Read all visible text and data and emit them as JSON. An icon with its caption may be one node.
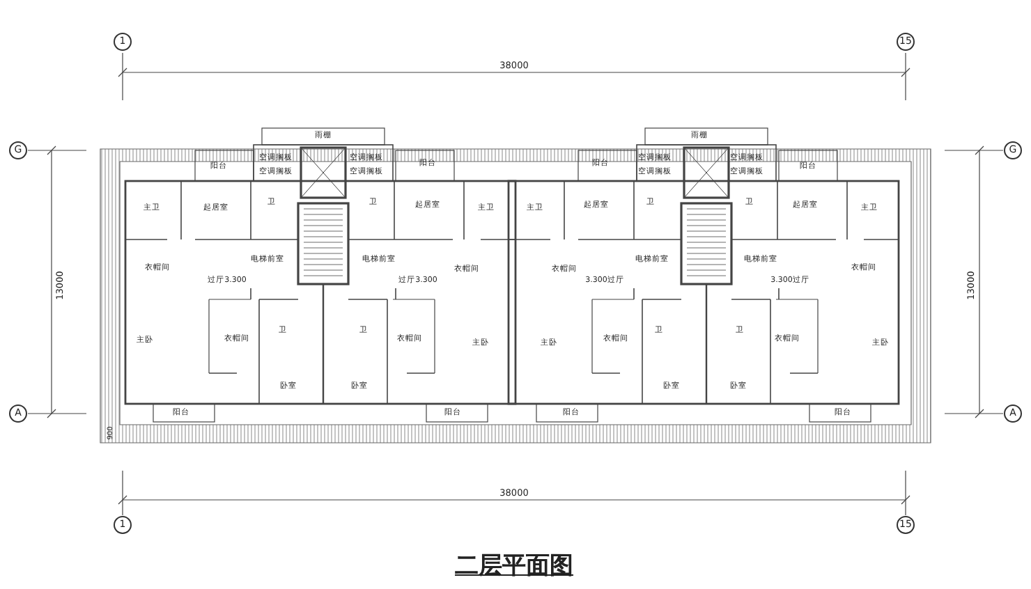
{
  "diagram": {
    "title": "二层平面图",
    "labels": [
      "1",
      "15",
      "38000",
      "雨棚",
      "雨棚",
      "空调搁板",
      "空调搁板",
      "空调搁板",
      "空调搁板",
      "空调搁板",
      "空调搁板",
      "空调搁板",
      "空调搁板",
      "G",
      "G",
      "阳台",
      "阳台",
      "阳台",
      "阳台",
      "主卫",
      "起居室",
      "卫",
      "卫",
      "起居室",
      "主卫",
      "主卫",
      "起居室",
      "卫",
      "卫",
      "起居室",
      "主卫",
      "衣帽间",
      "电梯前室",
      "电梯前室",
      "衣帽间",
      "衣帽间",
      "电梯前室",
      "电梯前室",
      "衣帽间",
      "过厅",
      "3.300",
      "过厅",
      "3.300",
      "3.300",
      "过厅",
      "3.300",
      "过厅",
      "13000",
      "13000",
      "卫",
      "卫",
      "卫",
      "卫",
      "主卧",
      "衣帽间",
      "衣帽间",
      "主卧",
      "主卧",
      "衣帽间",
      "衣帽间",
      "主卧",
      "卧室",
      "卧室",
      "卧室",
      "卧室",
      "A",
      "阳台",
      "阳台",
      "阳台",
      "阳台",
      "A",
      "900",
      "38000",
      "1",
      "15"
    ]
  }
}
